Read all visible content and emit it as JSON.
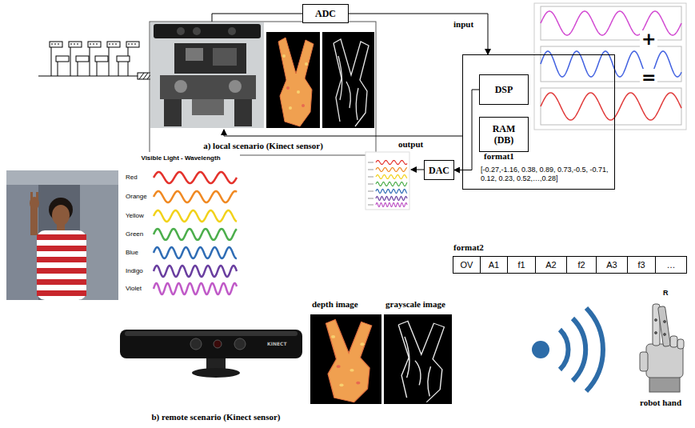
{
  "diagram": {
    "nodes": [
      {
        "text": [
          "ADC"
        ]
      },
      {
        "text": [
          "format1",
          "[-0.27,-1.16, 0.38, 0.89, 0.73,-0.5, -0.71, 0.12, 0.23, 0.52,…,0.28]"
        ]
      },
      {
        "text": [
          "DSP"
        ],
        "in": 1
      },
      {
        "text": [
          "RAM (DB)"
        ],
        "in": 1
      },
      {
        "text": [
          "DAC"
        ]
      },
      {
        "text": [
          "OV"
        ]
      },
      {
        "text": [
          "A1"
        ]
      },
      {
        "text": [
          "f1"
        ]
      },
      {
        "text": [
          "A2"
        ]
      },
      {
        "text": [
          "f2"
        ]
      },
      {
        "text": [
          "A3"
        ]
      },
      {
        "text": [
          "f3"
        ]
      },
      {
        "text": [
          "…"
        ]
      }
    ],
    "edges": [
      {
        "from": 0,
        "to": 1,
        "arrow": "to"
      },
      {
        "from": 2,
        "to": 4,
        "arrow": "to"
      }
    ],
    "labels": [
      "input",
      "output",
      "a) local scenario (Kinect sensor)",
      "+",
      "=",
      "Visible Light - Wavelength",
      "Red",
      "Orange",
      "Yellow",
      "Green",
      "Blue",
      "Indigo",
      "Violet",
      "format2",
      "depth image",
      "grayscale image",
      "b) remote scenario (Kinect sensor)",
      "KINECT",
      "R",
      "robot hand"
    ]
  }
}
